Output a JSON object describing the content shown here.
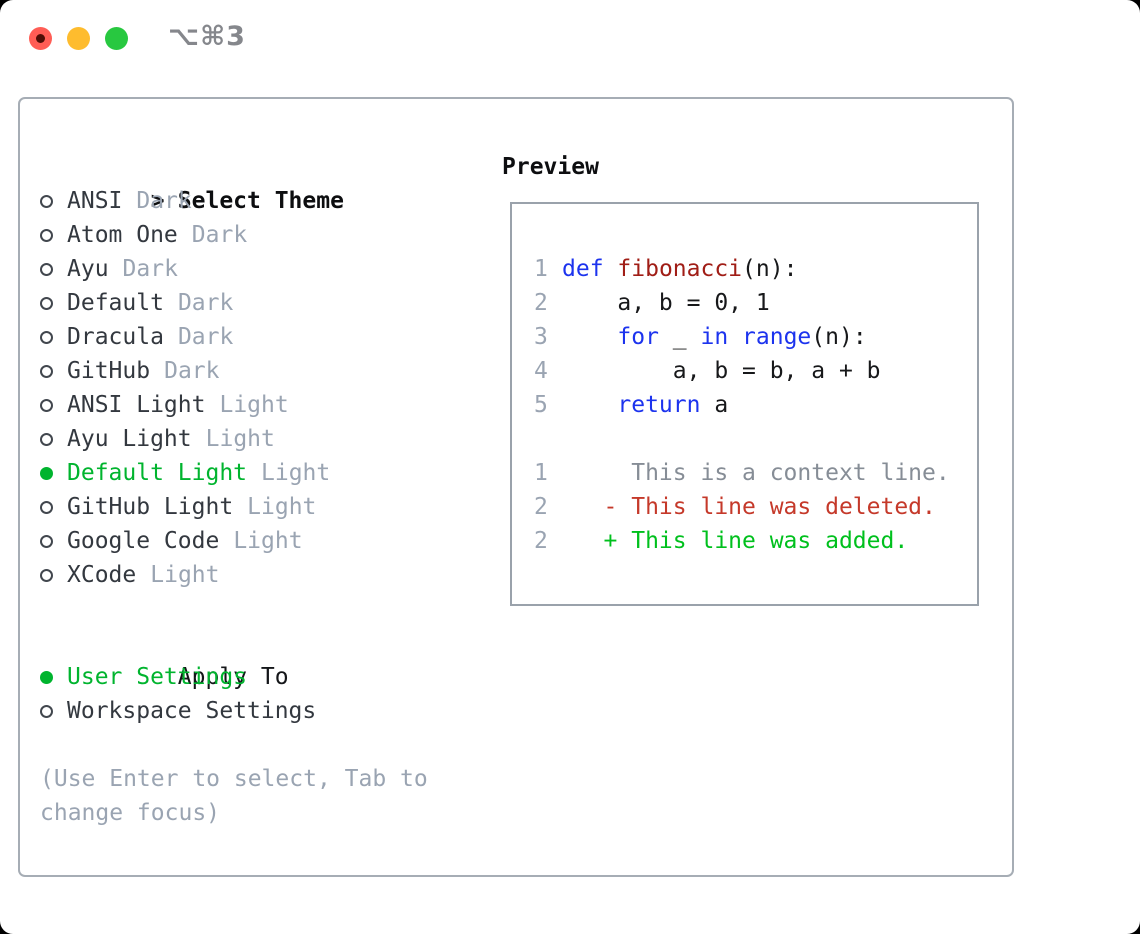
{
  "window": {
    "title": "⌥⌘3",
    "controls": [
      {
        "name": "close"
      },
      {
        "name": "minimize"
      },
      {
        "name": "zoom"
      }
    ]
  },
  "colors": {
    "selected_green": "#00b42e",
    "added_green": "#00c01d",
    "deleted_red": "#c5392a",
    "keyword_blue": "#1c33ee",
    "function_red": "#a01d16",
    "muted_gray": "#9aa4b2",
    "context_gray": "#868d96",
    "traffic_close": "#ff5d55",
    "traffic_minimize": "#febc2e",
    "traffic_zoom": "#28c840"
  },
  "theme_picker": {
    "prompt": ">",
    "title": "Select Theme",
    "items": [
      {
        "name": "ANSI",
        "tag": "Dark",
        "selected": false
      },
      {
        "name": "Atom One",
        "tag": "Dark",
        "selected": false
      },
      {
        "name": "Ayu",
        "tag": "Dark",
        "selected": false
      },
      {
        "name": "Default",
        "tag": "Dark",
        "selected": false
      },
      {
        "name": "Dracula",
        "tag": "Dark",
        "selected": false
      },
      {
        "name": "GitHub",
        "tag": "Dark",
        "selected": false
      },
      {
        "name": "ANSI Light",
        "tag": "Light",
        "selected": false
      },
      {
        "name": "Ayu Light",
        "tag": "Light",
        "selected": false
      },
      {
        "name": "Default Light",
        "tag": "Light",
        "selected": true
      },
      {
        "name": "GitHub Light",
        "tag": "Light",
        "selected": false
      },
      {
        "name": "Google Code",
        "tag": "Light",
        "selected": false
      },
      {
        "name": "XCode",
        "tag": "Light",
        "selected": false
      }
    ],
    "apply_to": {
      "title": "Apply To",
      "options": [
        {
          "name": "User Settings",
          "selected": true
        },
        {
          "name": "Workspace Settings",
          "selected": false
        }
      ]
    },
    "hint": "(Use Enter to select, Tab to change focus)"
  },
  "preview": {
    "title": "Preview",
    "code_lines": [
      {
        "num": "1",
        "tokens": [
          {
            "t": "def",
            "c": "kw"
          },
          {
            "t": " ",
            "c": "pl"
          },
          {
            "t": "fibonacci",
            "c": "fn"
          },
          {
            "t": "(n):",
            "c": "pl"
          }
        ]
      },
      {
        "num": "2",
        "tokens": [
          {
            "t": "    a, b = 0, 1",
            "c": "pl"
          }
        ]
      },
      {
        "num": "3",
        "tokens": [
          {
            "t": "    ",
            "c": "pl"
          },
          {
            "t": "for",
            "c": "kw"
          },
          {
            "t": " _ ",
            "c": "pl"
          },
          {
            "t": "in",
            "c": "kw"
          },
          {
            "t": " ",
            "c": "pl"
          },
          {
            "t": "range",
            "c": "kw"
          },
          {
            "t": "(n):",
            "c": "pl"
          }
        ]
      },
      {
        "num": "4",
        "tokens": [
          {
            "t": "        a, b = b, a + b",
            "c": "pl"
          }
        ]
      },
      {
        "num": "5",
        "tokens": [
          {
            "t": "    ",
            "c": "pl"
          },
          {
            "t": "return",
            "c": "kw"
          },
          {
            "t": " a",
            "c": "pl"
          }
        ]
      },
      {
        "num": "",
        "tokens": []
      },
      {
        "num": "1",
        "tokens": [
          {
            "t": "     This is a context line.",
            "c": "ctx"
          }
        ]
      },
      {
        "num": "2",
        "tokens": [
          {
            "t": "   - This line was deleted.",
            "c": "del"
          }
        ]
      },
      {
        "num": "2",
        "tokens": [
          {
            "t": "   + This line was added.",
            "c": "add"
          }
        ]
      }
    ]
  }
}
